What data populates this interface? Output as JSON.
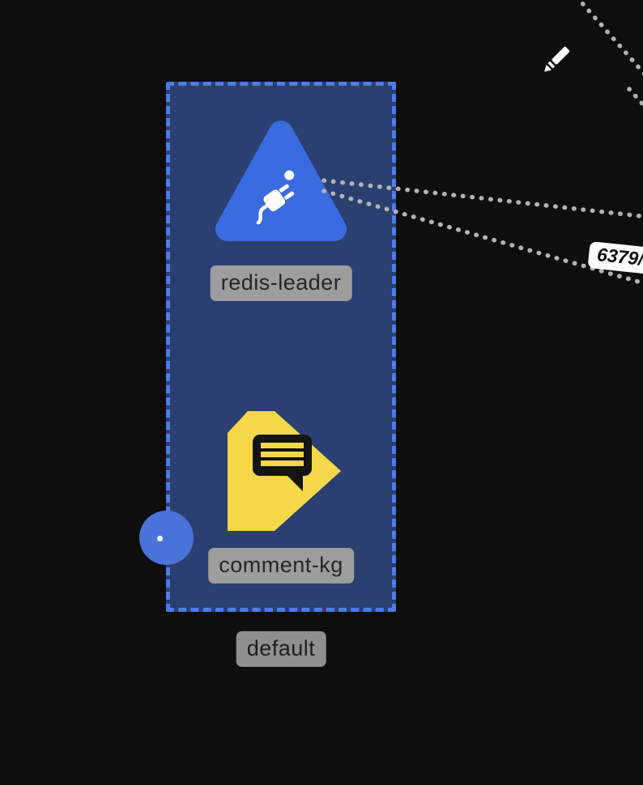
{
  "diagram": {
    "namespace_label": "default",
    "port_label": "6379/",
    "nodes": [
      {
        "id": "redis-leader",
        "label": "redis-leader",
        "icon": "plug-triangle-icon",
        "shape": "rounded-triangle",
        "color": "#3a6be0"
      },
      {
        "id": "comment-kg",
        "label": "comment-kg",
        "icon": "speech-bubble-pentagon-icon",
        "shape": "pentagon-arrow",
        "color": "#f5d848"
      }
    ],
    "colors": {
      "background": "#0e0e0f",
      "namespace_fill": "#2b3f70",
      "namespace_border": "#4c7ce8",
      "badge_background": "#9d9d9d",
      "badge_text": "#262626",
      "dotted_line": "#b3b3b3",
      "endpoint_circle": "#4a73d9",
      "port_label_background": "#ffffff"
    }
  }
}
